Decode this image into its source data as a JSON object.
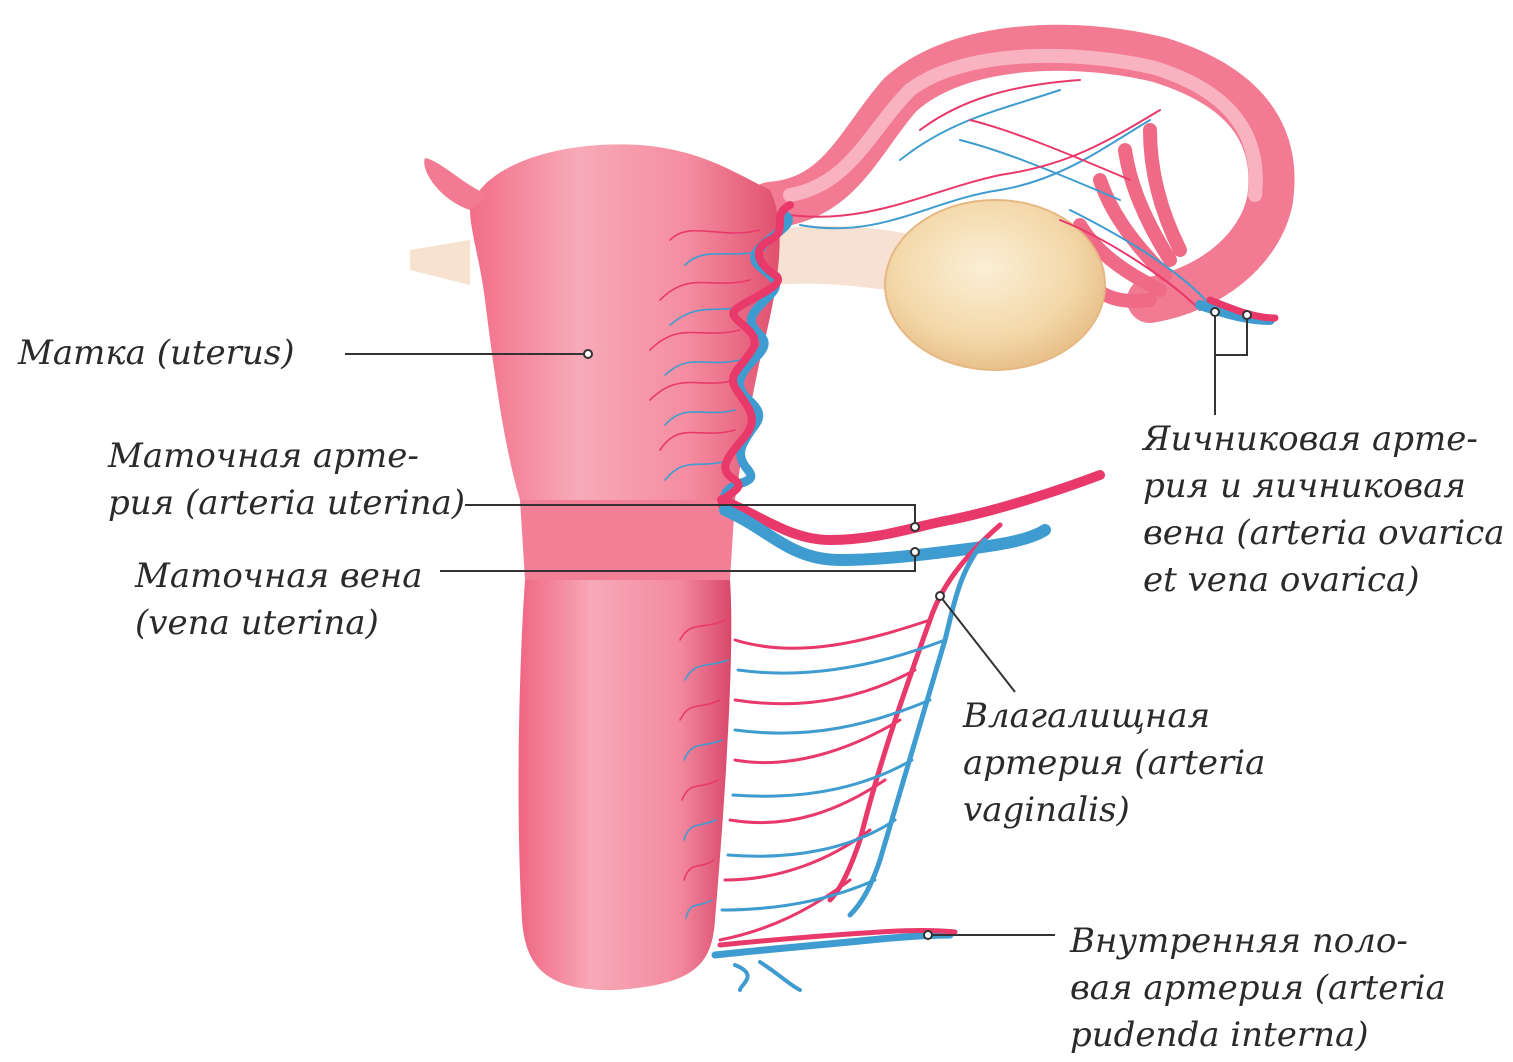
{
  "colors": {
    "tissue": "#f07e94",
    "tissue_dark": "#e0506e",
    "tissue_light": "#f8b9c4",
    "artery": "#e8396a",
    "vein": "#3e9cd0",
    "ovary": "#f4ddb2",
    "leader": "#333333",
    "text": "#2a2a2a"
  },
  "labels": {
    "uterus": [
      "Матка (uterus)"
    ],
    "uterine_artery": [
      "Маточная арте-",
      "рия (arteria uterina)"
    ],
    "uterine_vein": [
      "Маточная вена",
      "(vena uterina)"
    ],
    "ovarian": [
      "Яичниковая арте-",
      "рия и яичниковая",
      "вена (arteria ovarica",
      "et vena ovarica)"
    ],
    "vaginal_artery": [
      "Влагалищная",
      "артерия (arteria",
      "vaginalis)"
    ],
    "pudendal": [
      "Внутренняя поло-",
      "вая артерия (arteria",
      "pudenda interna)"
    ]
  }
}
